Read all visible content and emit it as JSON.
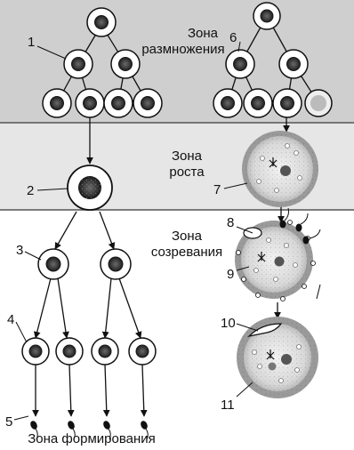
{
  "zones": {
    "reproduction": {
      "line1": "Зона",
      "line2": "размножения"
    },
    "growth": {
      "line1": "Зона",
      "line2": "роста"
    },
    "maturation": {
      "line1": "Зона",
      "line2": "созревания"
    },
    "formation": "Зона формирования"
  },
  "numbers": [
    "1",
    "2",
    "3",
    "4",
    "5",
    "6",
    "7",
    "8",
    "9",
    "10",
    "11"
  ],
  "colors": {
    "band_reproduction": "#cfcfcf",
    "band_growth": "#e6e6e6",
    "band_maturation": "#ffffff",
    "band_border": "#555555"
  }
}
